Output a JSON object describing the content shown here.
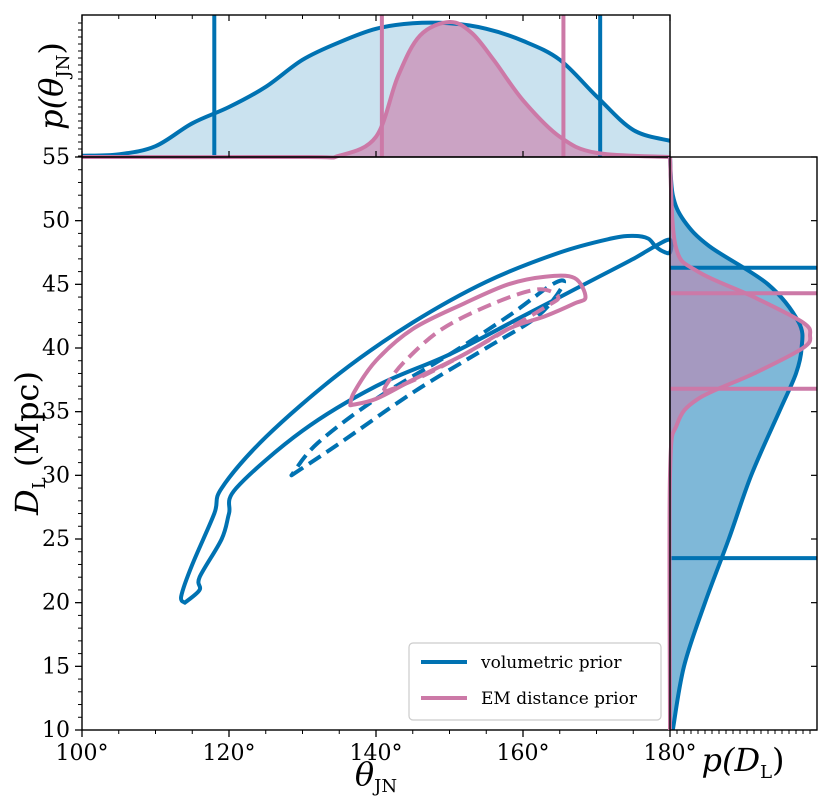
{
  "colors": {
    "volumetric": "#0072b2",
    "em": "#cc79a7",
    "volumetric_fill": "#9ecae1",
    "em_fill": "#cc79a7"
  },
  "chart_data": [
    {
      "type": "area",
      "panel": "top-marginal",
      "ylabel": "p(θ_JN)",
      "xlim": [
        100,
        180
      ],
      "series": [
        {
          "name": "volumetric prior",
          "x": [
            100,
            105,
            110,
            115,
            120,
            125,
            130,
            135,
            140,
            145,
            150,
            155,
            160,
            165,
            170,
            175,
            180
          ],
          "y": [
            0.01,
            0.02,
            0.08,
            0.25,
            0.37,
            0.52,
            0.72,
            0.85,
            0.95,
            0.99,
            0.99,
            0.95,
            0.86,
            0.72,
            0.45,
            0.2,
            0.12
          ],
          "intervals": [
            118,
            170.5
          ]
        },
        {
          "name": "EM distance prior",
          "x": [
            100,
            130,
            135,
            140,
            143,
            146,
            150,
            153,
            156,
            160,
            165,
            170,
            180
          ],
          "y": [
            0,
            0,
            0.01,
            0.15,
            0.6,
            0.9,
            1.0,
            0.92,
            0.72,
            0.42,
            0.15,
            0.03,
            0
          ],
          "intervals": [
            140.8,
            165.5
          ]
        }
      ]
    },
    {
      "type": "line",
      "panel": "joint",
      "xlabel": "θ_JN",
      "ylabel": "D_L (Mpc)",
      "xlim": [
        100,
        180
      ],
      "ylim": [
        10,
        55
      ],
      "xticks": [
        "100°",
        "120°",
        "140°",
        "160°",
        "180°"
      ],
      "yticks": [
        "10",
        "15",
        "20",
        "25",
        "30",
        "35",
        "40",
        "45",
        "50",
        "55"
      ],
      "legend": "bottom-right",
      "series": [
        {
          "name": "volumetric prior",
          "contour": "outer",
          "points": [
            [
              114,
              20
            ],
            [
              116,
              21
            ],
            [
              116,
              22
            ],
            [
              119,
              25
            ],
            [
              120,
              27
            ],
            [
              121,
              29
            ],
            [
              130,
              33.5
            ],
            [
              140,
              37
            ],
            [
              150,
              39.5
            ],
            [
              160,
              42.5
            ],
            [
              165,
              44
            ],
            [
              170,
              45.5
            ],
            [
              175,
              47
            ],
            [
              178,
              48
            ],
            [
              180,
              48.5
            ],
            [
              180,
              47.5
            ],
            [
              179,
              47.6
            ],
            [
              178,
              48
            ],
            [
              177,
              48.6
            ],
            [
              175,
              48.8
            ],
            [
              172,
              48.6
            ],
            [
              165,
              47.5
            ],
            [
              155,
              45.2
            ],
            [
              145,
              42
            ],
            [
              135,
              38
            ],
            [
              125,
              33
            ],
            [
              119,
              29
            ],
            [
              118,
              27
            ],
            [
              115,
              23
            ],
            [
              113.5,
              20.5
            ],
            [
              114,
              20
            ]
          ]
        },
        {
          "name": "volumetric prior",
          "contour": "inner",
          "points": [
            [
              128.5,
              30
            ],
            [
              135,
              32.5
            ],
            [
              145,
              36.5
            ],
            [
              155,
              40
            ],
            [
              162,
              42.5
            ],
            [
              165.5,
              45
            ],
            [
              164,
              45
            ],
            [
              158,
              42.5
            ],
            [
              150,
              39.5
            ],
            [
              140,
              36
            ],
            [
              132,
              32.5
            ],
            [
              128.5,
              30
            ]
          ]
        },
        {
          "name": "EM distance prior",
          "contour": "outer",
          "points": [
            [
              136.5,
              35.5
            ],
            [
              140,
              36
            ],
            [
              145,
              37.5
            ],
            [
              152,
              39.5
            ],
            [
              158,
              41.5
            ],
            [
              163,
              42.5
            ],
            [
              167,
              43.5
            ],
            [
              168.5,
              44
            ],
            [
              167,
              45.5
            ],
            [
              163,
              45.6
            ],
            [
              158,
              45
            ],
            [
              152,
              43.5
            ],
            [
              145,
              41.5
            ],
            [
              140,
              39
            ],
            [
              137,
              36.5
            ],
            [
              136.5,
              35.5
            ]
          ]
        },
        {
          "name": "EM distance prior",
          "contour": "inner",
          "points": [
            [
              141,
              36.5
            ],
            [
              146,
              37.7
            ],
            [
              152,
              39.5
            ],
            [
              158,
              41.5
            ],
            [
              163,
              43.2
            ],
            [
              164.8,
              44
            ],
            [
              162,
              44.6
            ],
            [
              156,
              43.5
            ],
            [
              149,
              41.5
            ],
            [
              144,
              39
            ],
            [
              141.5,
              37.2
            ],
            [
              141,
              36.5
            ]
          ]
        }
      ]
    },
    {
      "type": "area",
      "panel": "right-marginal",
      "xlabel": "p(D_L)",
      "ylim": [
        10,
        55
      ],
      "series": [
        {
          "name": "volumetric prior",
          "x": [
            10,
            15,
            20,
            25,
            30,
            35,
            38,
            40,
            42,
            45,
            48,
            50,
            52,
            55
          ],
          "y": [
            0.02,
            0.1,
            0.25,
            0.42,
            0.58,
            0.78,
            0.9,
            0.94,
            0.92,
            0.7,
            0.28,
            0.1,
            0.02,
            0
          ],
          "intervals": [
            23.5,
            46.3
          ]
        },
        {
          "name": "EM distance prior",
          "x": [
            10,
            30,
            34,
            36,
            38,
            40,
            41,
            42,
            44,
            46,
            48,
            55
          ],
          "y": [
            0,
            0,
            0.05,
            0.2,
            0.6,
            0.95,
            1.0,
            0.95,
            0.6,
            0.2,
            0.04,
            0
          ],
          "intervals": [
            36.8,
            44.3
          ]
        }
      ]
    }
  ],
  "legend": {
    "items": [
      {
        "label": "volumetric prior"
      },
      {
        "label": "EM distance prior"
      }
    ]
  },
  "labels": {
    "top_ylabel_main": "p(θ",
    "top_ylabel_sub": "JN",
    "top_ylabel_close": ")",
    "joint_ylabel_main": "D",
    "joint_ylabel_sub": "L",
    "joint_ylabel_unit": " (Mpc)",
    "joint_xlabel_main": "θ",
    "joint_xlabel_sub": "JN",
    "right_xlabel_main": "p(D",
    "right_xlabel_sub": "L",
    "right_xlabel_close": ")"
  }
}
